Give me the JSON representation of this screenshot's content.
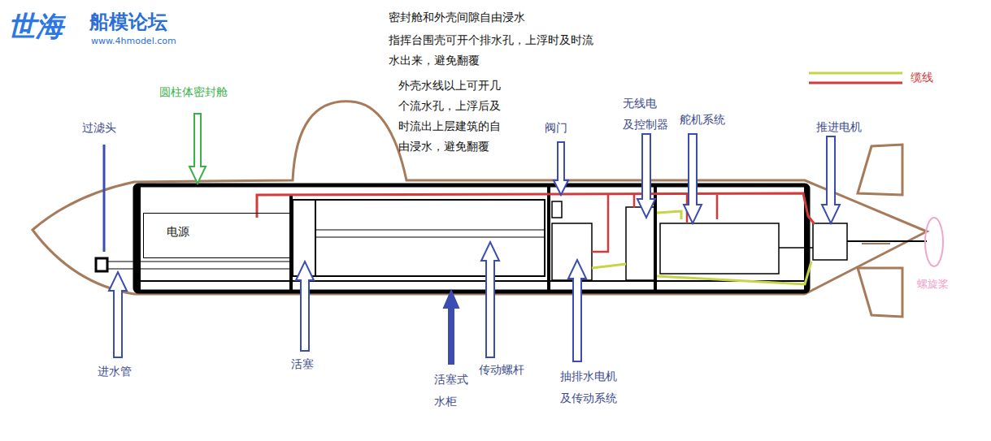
{
  "diagram": {
    "nodes": [
      {
        "text": [
          "电源"
        ]
      }
    ],
    "edges": [],
    "labels": [
      "世海",
      "船模论坛",
      "www.4hmodel.com",
      "密封舱和外壳间隙自由浸水",
      "指挥台围壳可开个排水孔，上浮时及时流 水出来，避免翻覆",
      "外壳水线以上可开几 个流水孔，上浮后及 时流出上层建筑的自 由浸水，避免翻覆",
      "圆柱体密封舱",
      "过滤头",
      "阀门",
      "无线电 及控制器",
      "舵机系统",
      "推进电机",
      "进水管",
      "活塞",
      "活塞式 水柜",
      "传动螺杆",
      "抽排水电机 及传动系统",
      "螺旋桨"
    ],
    "legend": [
      {
        "text": "缆线"
      }
    ]
  }
}
